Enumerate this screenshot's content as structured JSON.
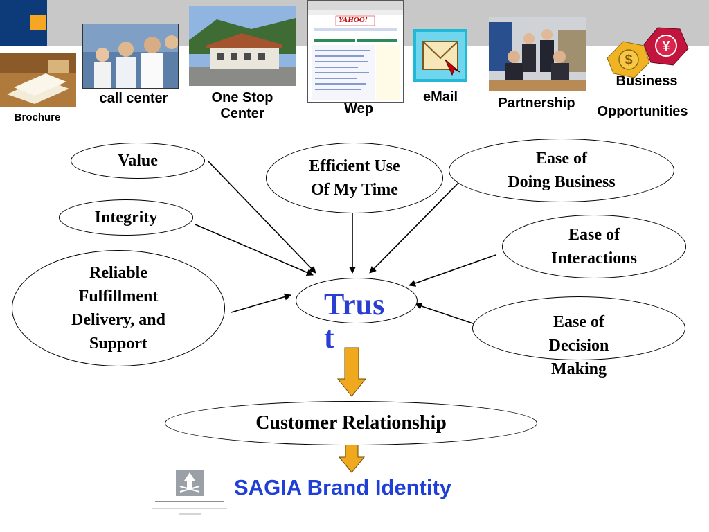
{
  "header": {
    "captions": {
      "brochure": "Brochure",
      "call_center": "call center",
      "one_stop": "One Stop\nCenter",
      "wep": "Wep",
      "email": "eMail",
      "partnership": "Partnership",
      "business": "Business",
      "opportunities": "Opportunities"
    },
    "yahoo_logo": "YAHOO!"
  },
  "diagram": {
    "factors": {
      "value": "Value",
      "integrity": "Integrity",
      "reliable": "Reliable\nFulfillment\nDelivery, and\nSupport",
      "efficient": "Efficient Use\nOf My Time",
      "ease_business": "Ease of\nDoing Business",
      "ease_interactions": "Ease of\nInteractions",
      "ease_decision": "Ease of\nDecision\nMaking"
    },
    "center": "Trust",
    "relationship": "Customer Relationship",
    "brand": "SAGIA Brand Identity"
  },
  "colors": {
    "accent_blue": "#1f3fd6",
    "arrow_orange": "#f0a81e",
    "banner_gray": "#c8c8c8",
    "corner_blue": "#0d3b7a"
  },
  "icons": [
    "envelope-icon",
    "dollar-coin-icon",
    "yen-coin-icon",
    "sagia-logo-icon"
  ]
}
